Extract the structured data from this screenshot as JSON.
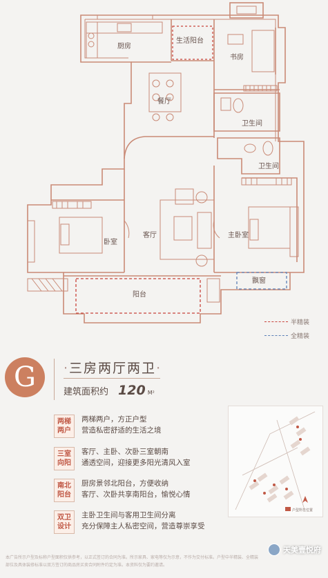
{
  "rooms": {
    "kitchen": "厨房",
    "service_balcony": "生活阳台",
    "study": "书房",
    "dining": "餐厅",
    "bath1": "卫生间",
    "bath2": "卫生间",
    "bedroom": "卧室",
    "living": "客厅",
    "master": "主卧室",
    "bay_window": "飘窗",
    "balcony": "阳台"
  },
  "legend": {
    "half_finished": "半精装",
    "full_finished": "全精装",
    "half_color": "#c8423b",
    "full_color": "#5a7fb6"
  },
  "unit": {
    "badge": "G",
    "title": "三房两厅两卫",
    "area_label": "建筑面积约",
    "area_value": "120",
    "area_unit": "M²"
  },
  "features": [
    {
      "tag": "两梯两户",
      "line1": "两梯两户，方正户型",
      "line2": "营造私密舒适的生活之境"
    },
    {
      "tag": "三室向阳",
      "line1": "客厅、主卧、次卧三室朝南",
      "line2": "通透空间，迎接更多阳光清风入室"
    },
    {
      "tag": "南北阳台",
      "line1": "厨房景邻北阳台，方便收纳",
      "line2": "客厅、次卧共享南阳台，愉悦心情"
    },
    {
      "tag": "双卫设计",
      "line1": "主卧卫生间与客用卫生间分离",
      "line2": "充分保障主人私密空间，营造尊崇享受"
    }
  ],
  "map": {
    "location_label": "户型所在位置"
  },
  "footer": "本广告所示户型及标称户型面积仅供参考，以正式签订的合同为准。所示家具、家电等仅为示意，不作为交付标准。户型中半精装、全精装部位及具体装修标准以双方签订的商品房买卖合同附件约定为准。本资料仅为要约邀请。",
  "watermark": "天美壹悦府",
  "colors": {
    "accent": "#cc8060",
    "wall": "#c98a76"
  }
}
